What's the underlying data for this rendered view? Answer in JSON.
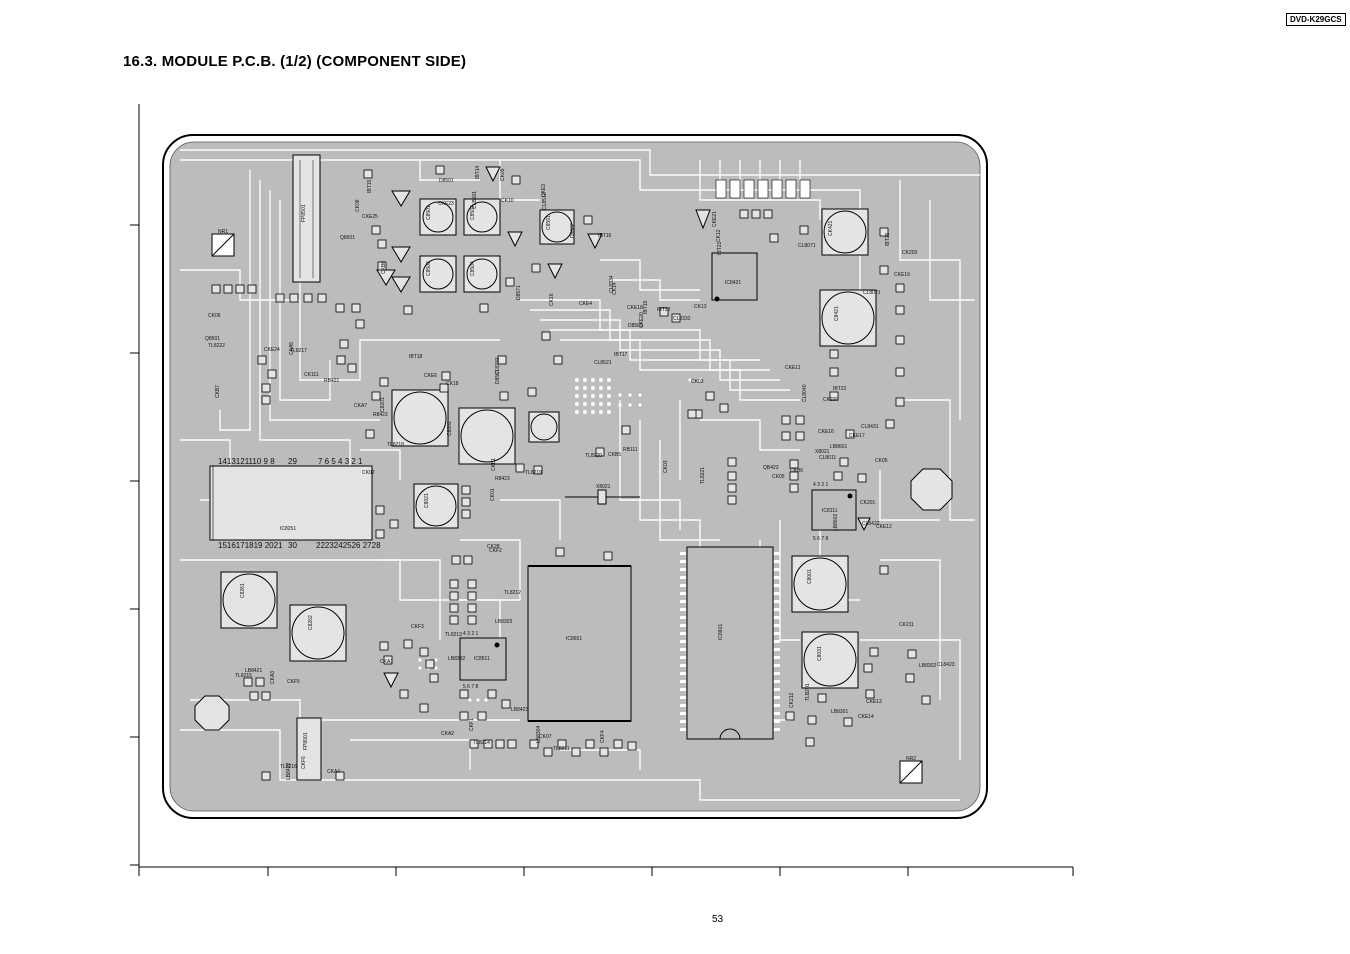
{
  "document": {
    "model": "DVD-K29GCS",
    "section_title": "16.3.   MODULE P.C.B. (1/2) (COMPONENT SIDE)",
    "page_number": "53"
  },
  "board": {
    "colors": {
      "board_fill": "#bcbcbc",
      "trace": "#ffffff",
      "outline": "#000000",
      "pad": "#e8e8e8"
    },
    "ic_labels": [
      "IC8251",
      "IC8651",
      "IC8601",
      "IC8511",
      "IC8421",
      "IC8111"
    ],
    "capacitor_labels": [
      "C8201",
      "C8202",
      "C8261",
      "C8262",
      "C8021",
      "C8001",
      "C8031",
      "C8421",
      "CK421",
      "C8591",
      "C8501",
      "C8502",
      "C8503",
      "C8504"
    ],
    "connector_labels": [
      "FP8501",
      "FP8001"
    ],
    "mount_labels": [
      "NR1",
      "NR2"
    ],
    "part_labels": [
      "CKE24",
      "CKE25",
      "CKE23",
      "CKE3",
      "CKE4",
      "CKE6",
      "CKE18",
      "CKE20",
      "CKE21",
      "CKE11",
      "CKE19",
      "CKE16",
      "CKE17",
      "CKE12",
      "CKE13",
      "CKE14",
      "CKF4",
      "CKF2",
      "CKF3",
      "CKF1",
      "CKF5",
      "CKF6",
      "CK111",
      "CK02",
      "CK01",
      "CK03",
      "CK05",
      "CK06",
      "CK08",
      "CK09",
      "CK10",
      "CK16",
      "CK18",
      "CK14",
      "CK13",
      "CK12",
      "CK220",
      "CK203",
      "CK03",
      "CK05",
      "CK201",
      "CK211",
      "CK212",
      "CK07",
      "CK28",
      "CKA1",
      "CKA2",
      "CKA3",
      "CKA4",
      "CKA5",
      "CKA7",
      "CKB1",
      "CKB5",
      "CKB6",
      "CKB7",
      "CKB8",
      "CLB501",
      "CL8512",
      "CL8521",
      "CL8333",
      "CL8334",
      "CL8332",
      "CL8071",
      "CL8040",
      "CL8021",
      "CL8011",
      "CL8431",
      "CL8422",
      "CL8423",
      "TLB201",
      "TL8211",
      "TL8212",
      "TL8213",
      "TL8214",
      "TL8215",
      "TL8216",
      "TL8217",
      "TL8218",
      "TL8219",
      "TL8220",
      "TL8221",
      "TL8222",
      "IBT15",
      "IBT14",
      "IBT16",
      "IBT17",
      "IBT18",
      "IBT19",
      "IBT20",
      "IBT21",
      "IBT22",
      "IBT25",
      "X8021",
      "LB8601",
      "LB8602",
      "LB8302",
      "LB8301",
      "LB8304",
      "LB8303",
      "LB8332",
      "LB8423",
      "LB8421",
      "LB8422",
      "RB421",
      "R8422",
      "R8423",
      "RB111",
      "QB423",
      "Q8501",
      "Q8601",
      "D8501",
      "D8602",
      "D8571",
      "D8567",
      "D8569"
    ]
  }
}
